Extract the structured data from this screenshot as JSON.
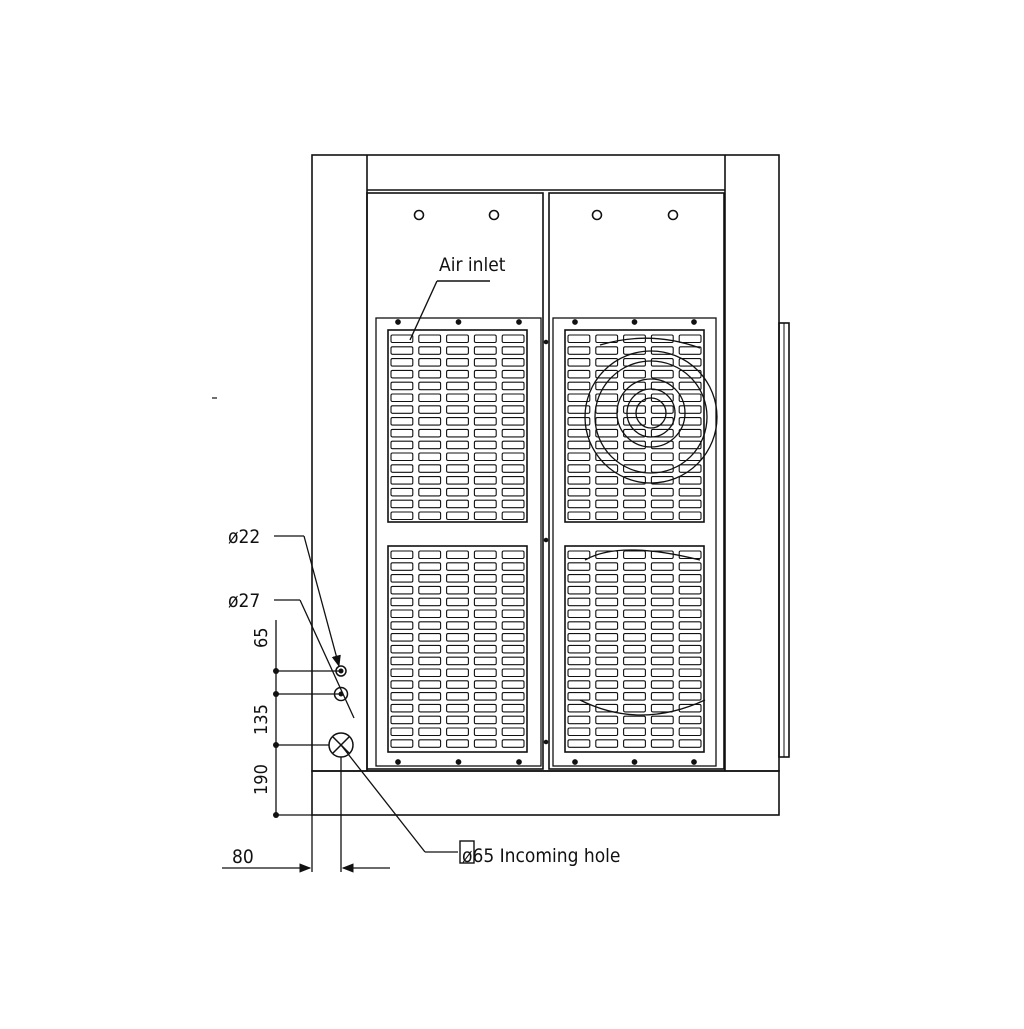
{
  "drawing": {
    "labels": {
      "air_inlet": "Air inlet",
      "d22": "ø22",
      "d27": "ø27",
      "dim_65": "65",
      "dim_135": "135",
      "dim_190": "190",
      "dim_80": "80",
      "incoming_hole": "ø65 Incoming hole"
    },
    "colors": {
      "line": "#111111",
      "background": "#ffffff"
    }
  }
}
